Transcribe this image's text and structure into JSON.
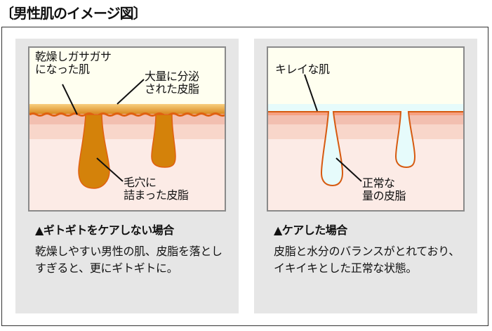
{
  "title": "〔男性肌のイメージ図〕",
  "left": {
    "labels": {
      "dry_skin": "乾燥しガサガサ\nになった肌",
      "excess_sebum": "大量に分泌\nされた皮脂",
      "clogged": "毛穴に\n詰まった皮脂"
    },
    "caption": "▲ギトギトをケアしない場合",
    "description": "乾燥しやすい男性の肌、皮脂を落としすぎると、更にギトギトに。"
  },
  "right": {
    "labels": {
      "clean_skin": "キレイな肌",
      "normal_sebum": "正常な\n量の皮脂"
    },
    "caption": "▲ケアした場合",
    "description": "皮脂と水分のバランスがとれており、イキイキとした正常な状態。"
  },
  "colors": {
    "sebum": "#d4820a",
    "skin_line": "#e06010",
    "moisture": "#e6fbfb"
  }
}
